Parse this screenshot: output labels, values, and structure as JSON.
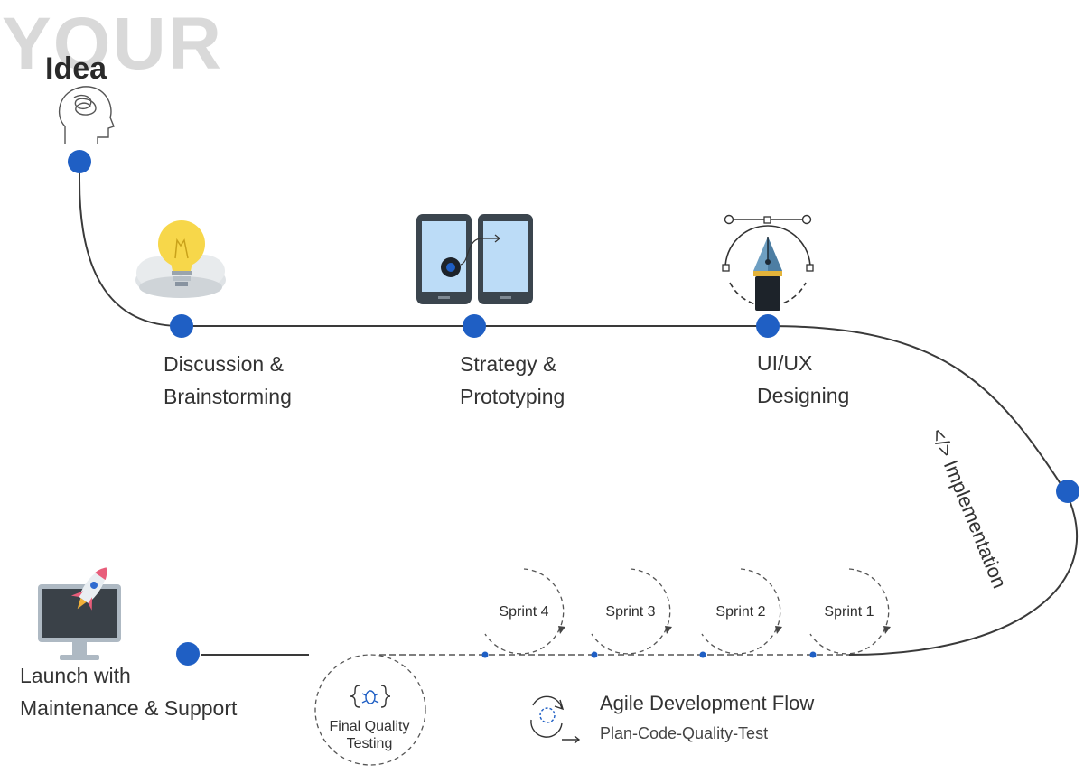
{
  "header": {
    "watermark": "YOUR",
    "title": "Idea"
  },
  "stages": [
    {
      "label": "Discussion &\nBrainstorming"
    },
    {
      "label": "Strategy &\nPrototyping"
    },
    {
      "label": "UI/UX\nDesigning"
    }
  ],
  "implementation": {
    "label": "</> Implementation"
  },
  "sprints": [
    "Sprint 4",
    "Sprint 3",
    "Sprint 2",
    "Sprint 1"
  ],
  "testing": {
    "label": "Final Quality\nTesting"
  },
  "agile": {
    "title": "Agile Development Flow",
    "subtitle": "Plan-Code-Quality-Test"
  },
  "launch": {
    "label": "Launch with\nMaintenance & Support"
  },
  "colors": {
    "node": "#1f5fc4",
    "line": "#3a3a3a",
    "dashed": "#555555",
    "watermark": "#d9d9d9"
  },
  "icons": [
    "head-idea-icon",
    "lightbulb-cloud-icon",
    "phones-prototype-icon",
    "pen-tool-icon",
    "bug-code-icon",
    "cycle-icon",
    "monitor-rocket-icon"
  ]
}
